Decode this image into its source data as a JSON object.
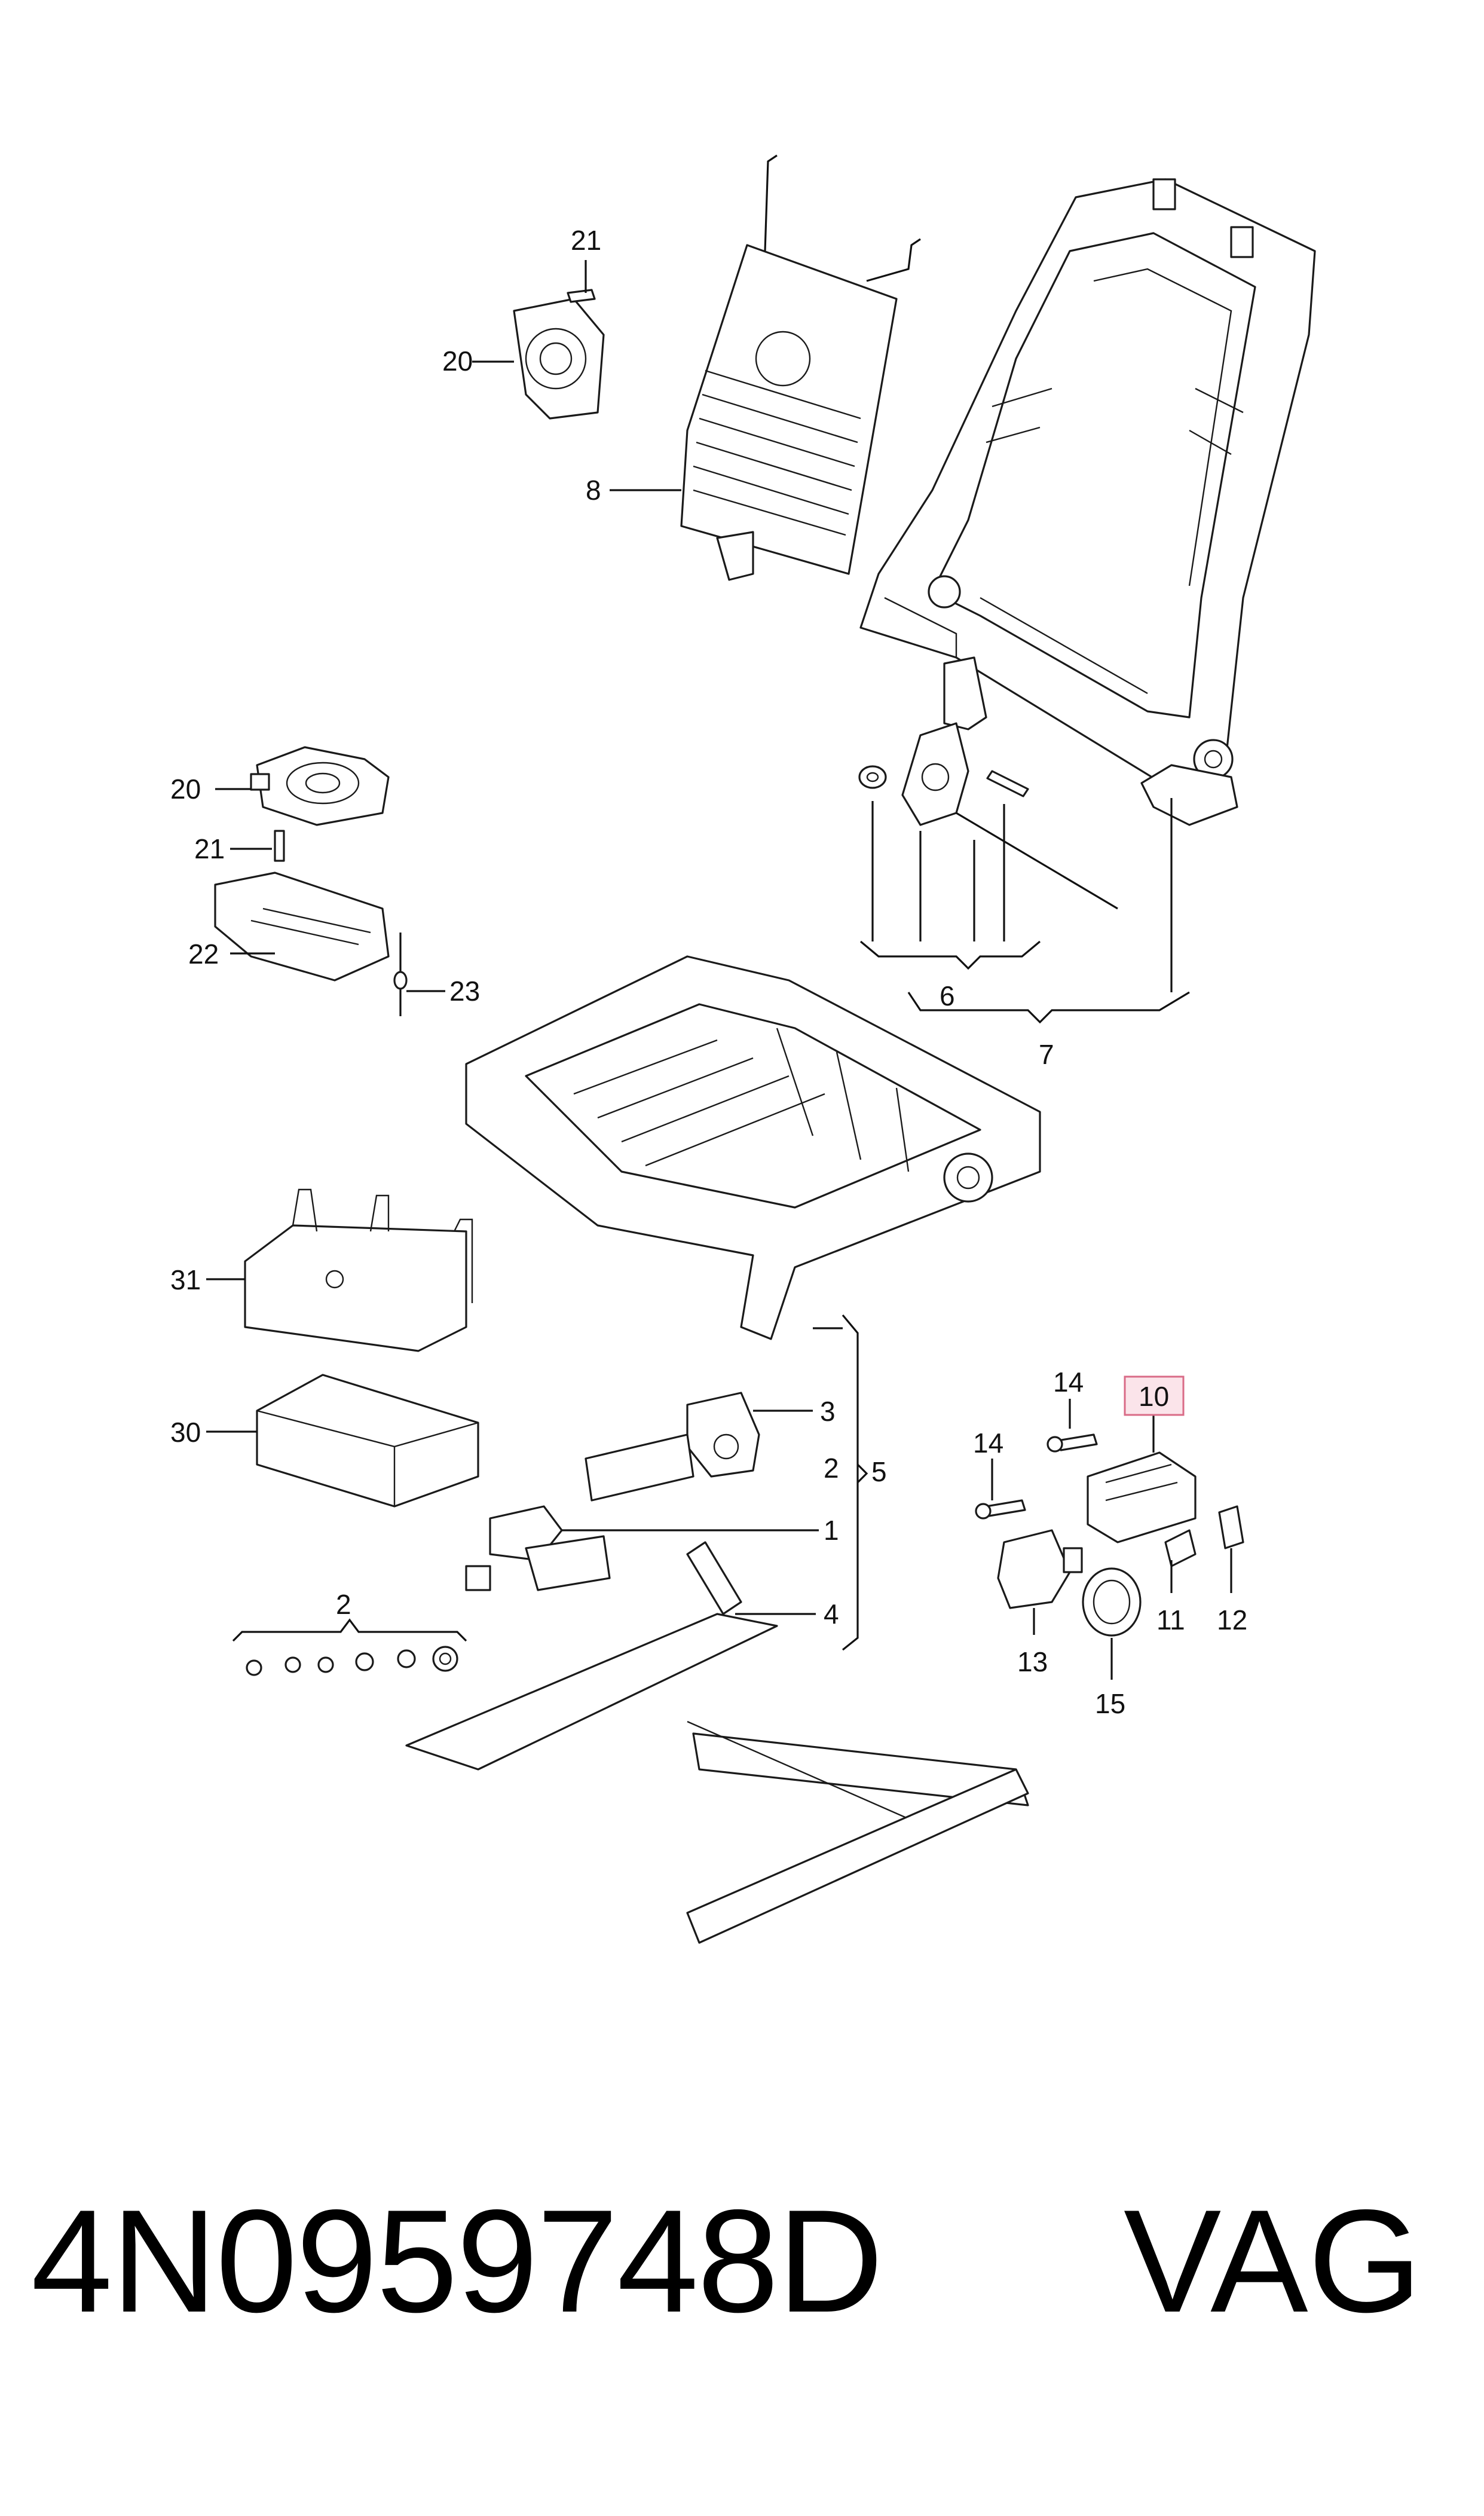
{
  "labels": {
    "l1": "1",
    "l2a": "2",
    "l2b": "2",
    "l3": "3",
    "l4": "4",
    "l5": "5",
    "l6": "6",
    "l7": "7",
    "l8": "8",
    "l10": "10",
    "l11": "11",
    "l12": "12",
    "l13": "13",
    "l14a": "14",
    "l14b": "14",
    "l15": "15",
    "l20a": "20",
    "l20b": "20",
    "l21a": "21",
    "l21b": "21",
    "l22": "22",
    "l23": "23",
    "l30": "30",
    "l31": "31"
  },
  "highlight": {
    "part": "10",
    "color": "#d96b87",
    "fill": "#fbe4ea"
  },
  "footer": {
    "part_number": "4N0959748D",
    "brand": "VAG"
  }
}
